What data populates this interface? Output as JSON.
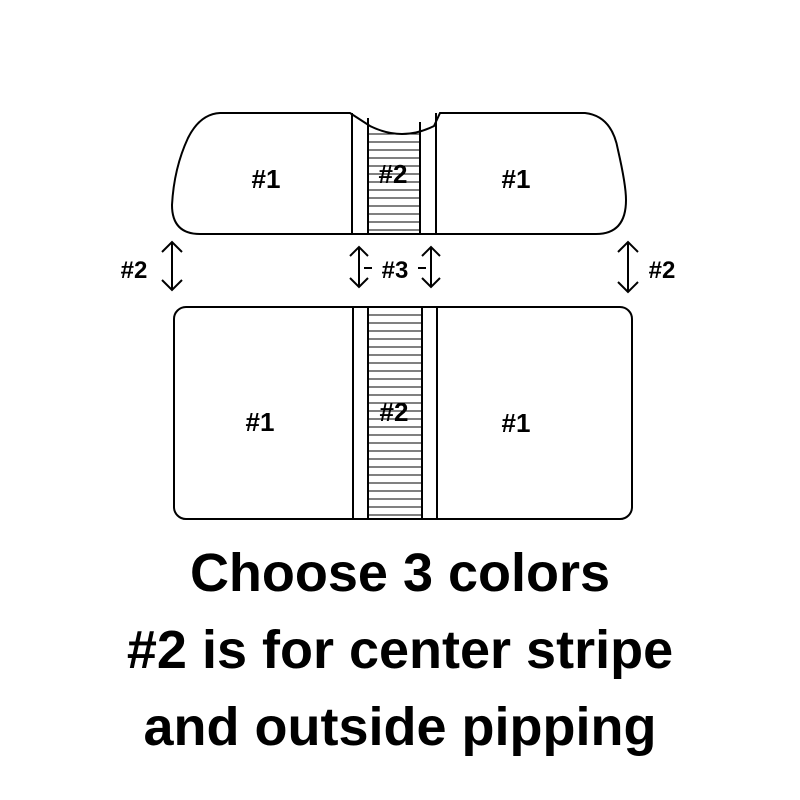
{
  "backrest": {
    "left_label": "#1",
    "center_label": "#2",
    "right_label": "#1"
  },
  "cushion": {
    "left_label": "#1",
    "center_label": "#2",
    "right_label": "#1"
  },
  "gap_markers": {
    "left": "#2",
    "center": "#3",
    "right": "#2"
  },
  "caption": {
    "line1": "Choose 3 colors",
    "line2": "#2 is for center stripe",
    "line3": "and outside pipping"
  },
  "colors": {
    "ink": "#000000",
    "background": "#ffffff"
  }
}
